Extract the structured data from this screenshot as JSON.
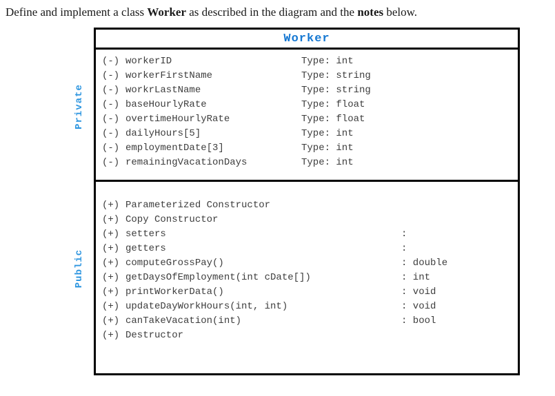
{
  "colors": {
    "title_blue": "#1678d2",
    "side_label_blue": "#2e96e0",
    "border_black": "#000000",
    "mono_text": "#3d3d3d",
    "header_text": "#1a1a1a"
  },
  "header": {
    "part1": "Define and implement a class ",
    "bold1": "Worker",
    "part2": " as described in the diagram and the ",
    "bold2": "notes",
    "part3": " below."
  },
  "diagram": {
    "title": "Worker",
    "private_label": "Private",
    "public_label": "Public",
    "private_members": [
      {
        "prefix": "(-)",
        "name": "workerID",
        "type": "Type: int"
      },
      {
        "prefix": "(-)",
        "name": "workerFirstName",
        "type": "Type: string"
      },
      {
        "prefix": "(-)",
        "name": "workrLastName",
        "type": "Type: string"
      },
      {
        "prefix": "(-)",
        "name": "baseHourlyRate",
        "type": "Type: float"
      },
      {
        "prefix": "(-)",
        "name": "overtimeHourlyRate",
        "type": "Type: float"
      },
      {
        "prefix": "(-)",
        "name": "dailyHours[5]",
        "type": "Type: int"
      },
      {
        "prefix": "(-)",
        "name": "employmentDate[3]",
        "type": "Type: int"
      },
      {
        "prefix": "(-)",
        "name": "remainingVacationDays",
        "type": "Type: int"
      }
    ],
    "public_members": [
      {
        "prefix": "(+)",
        "name": "Parameterized Constructor",
        "ret": ""
      },
      {
        "prefix": "(+)",
        "name": "Copy Constructor",
        "ret": ""
      },
      {
        "prefix": "(+)",
        "name": "setters",
        "ret": ":"
      },
      {
        "prefix": "(+)",
        "name": "getters",
        "ret": ":"
      },
      {
        "prefix": "(+)",
        "name": "computeGrossPay()",
        "ret": ": double"
      },
      {
        "prefix": "(+)",
        "name": "getDaysOfEmployment(int cDate[])",
        "ret": ": int"
      },
      {
        "prefix": "(+)",
        "name": "printWorkerData()",
        "ret": ": void"
      },
      {
        "prefix": "(+)",
        "name": "updateDayWorkHours(int, int)",
        "ret": ": void"
      },
      {
        "prefix": "(+)",
        "name": "canTakeVacation(int)",
        "ret": ": bool"
      },
      {
        "prefix": "(+)",
        "name": "Destructor",
        "ret": ""
      }
    ]
  }
}
